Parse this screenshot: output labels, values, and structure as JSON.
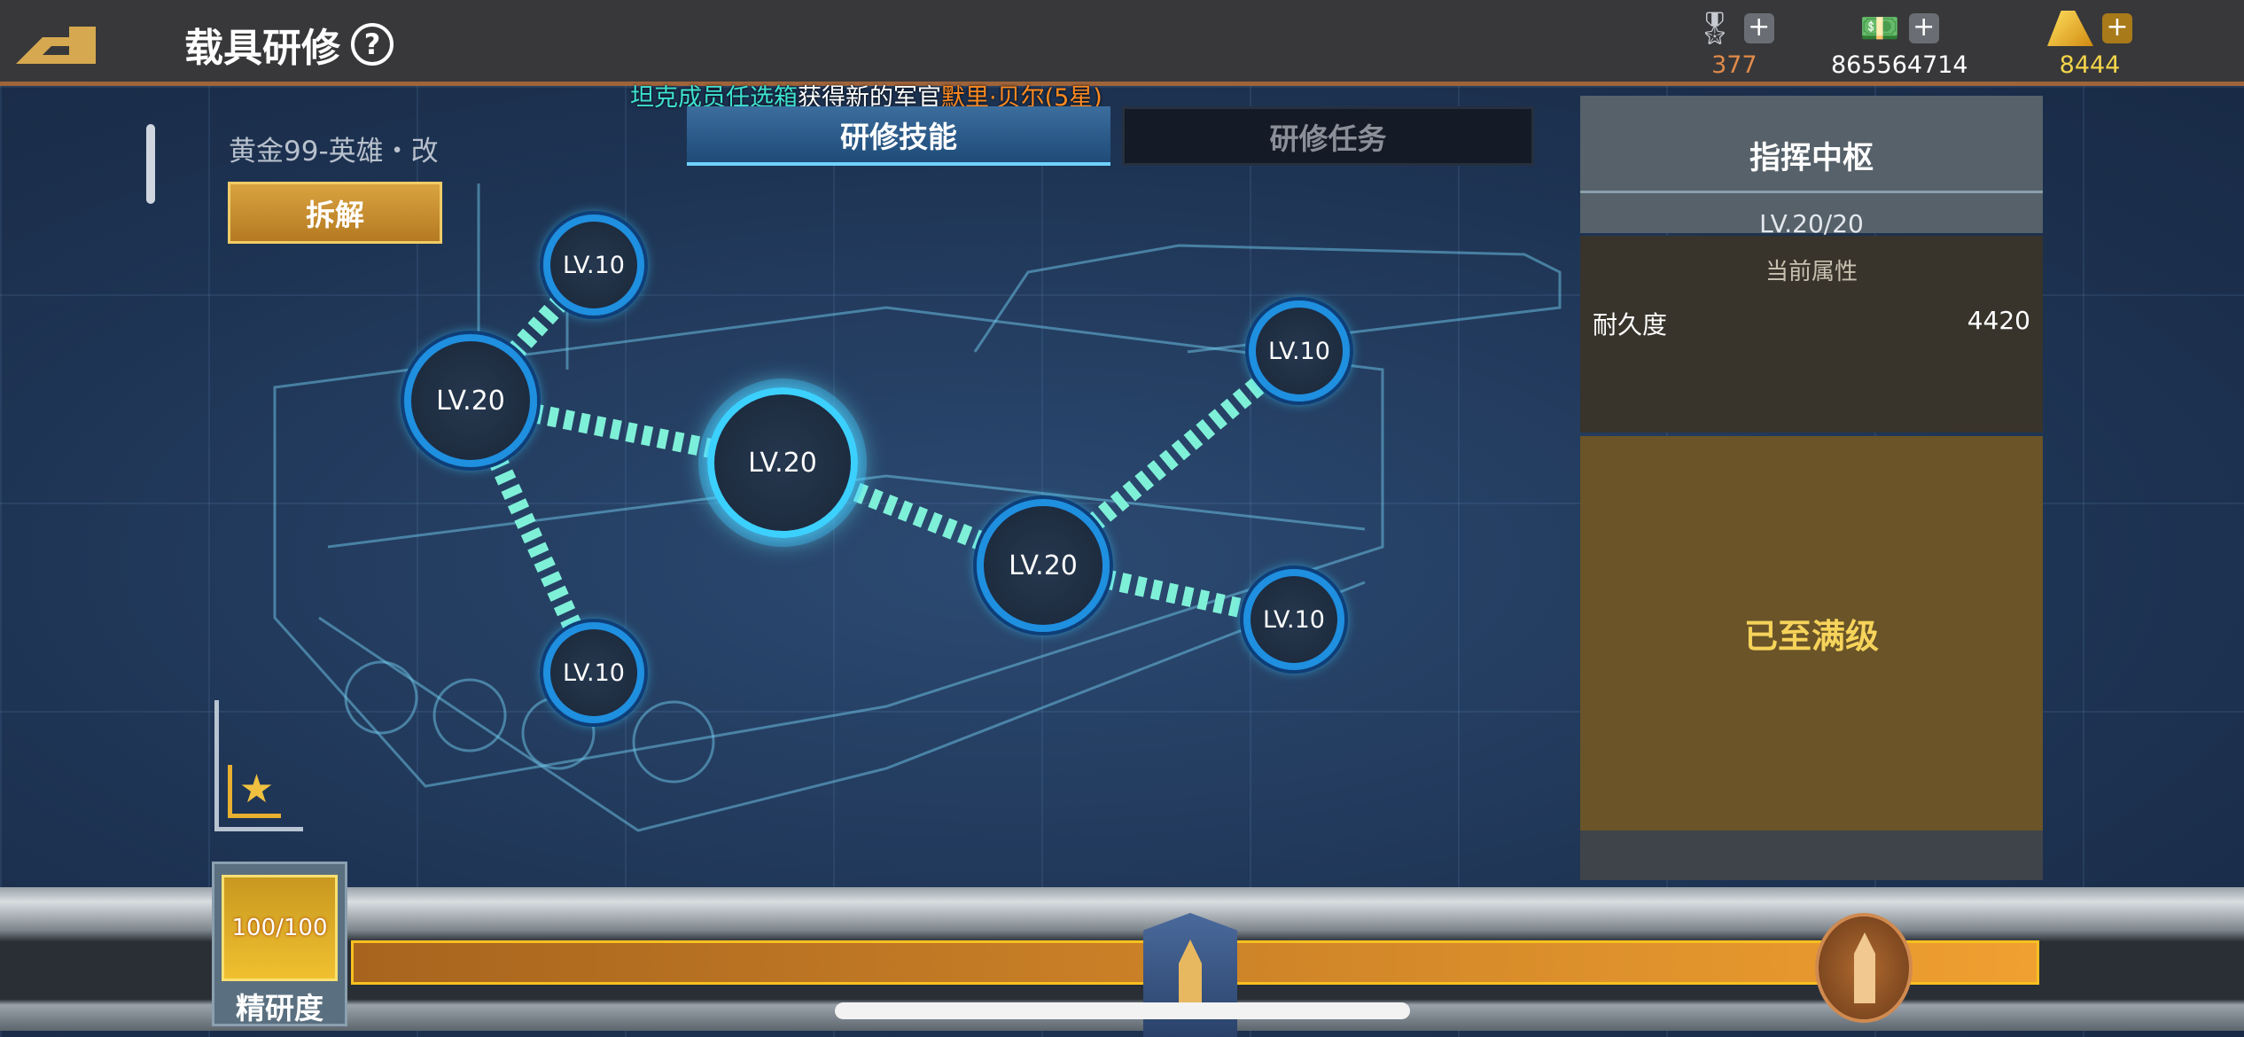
{
  "header": {
    "title": "载具研修",
    "help_icon": "?"
  },
  "currencies": [
    {
      "name": "medal",
      "value": "377",
      "color": "#e08a4a"
    },
    {
      "name": "cash",
      "value": "865564714",
      "color": "#ffffff"
    },
    {
      "name": "gold",
      "value": "8444",
      "color": "#f3d44a"
    }
  ],
  "marquee": {
    "part1": "坦克成员任选箱",
    "part2": "获得新的军官",
    "part3": "默里·贝尔(5星)"
  },
  "tabs": [
    {
      "label": "研修技能",
      "active": true
    },
    {
      "label": "研修任务",
      "active": false
    }
  ],
  "vehicle": {
    "name": "黄金99-英雄・改",
    "disassemble_label": "拆解"
  },
  "nodes": [
    {
      "label": "LV.10"
    },
    {
      "label": "LV.20"
    },
    {
      "label": "LV.20"
    },
    {
      "label": "LV.10"
    },
    {
      "label": "LV.20"
    },
    {
      "label": "LV.10"
    },
    {
      "label": "LV.10"
    }
  ],
  "panel": {
    "title": "指挥中枢",
    "level": "LV.20/20",
    "attr_header": "当前属性",
    "attr_name": "耐久度",
    "attr_value": "4420",
    "status": "已至满级"
  },
  "progress": {
    "value": "100/100",
    "label": "精研度",
    "fraction": 1.0
  }
}
